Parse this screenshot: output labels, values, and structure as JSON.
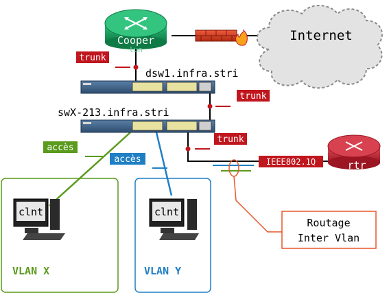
{
  "nodes": {
    "core_router": "Cooper",
    "core_router_sub": "lun",
    "internet": "Internet",
    "dist_switch": "dsw1.infra.stri",
    "access_switch": "swX-213.infra.stri",
    "router": "rtr",
    "client_x": "clnt",
    "client_y": "clnt"
  },
  "links": {
    "trunk_core": "trunk",
    "trunk_dist": "trunk",
    "trunk_router": "trunk",
    "acces_green": "accès",
    "acces_blue": "accès",
    "ieee": "IEEE802.1Q"
  },
  "vlans": {
    "x": "VLAN X",
    "y": "VLAN Y"
  },
  "callout": {
    "line1": "Routage",
    "line2": "Inter Vlan"
  },
  "colors": {
    "red_label": "#c0161d",
    "green": "#5a9a1c",
    "blue": "#1f7fc4",
    "orange": "#e8572a",
    "router_green": "#1e9a5a",
    "router_red": "#c8283a"
  }
}
